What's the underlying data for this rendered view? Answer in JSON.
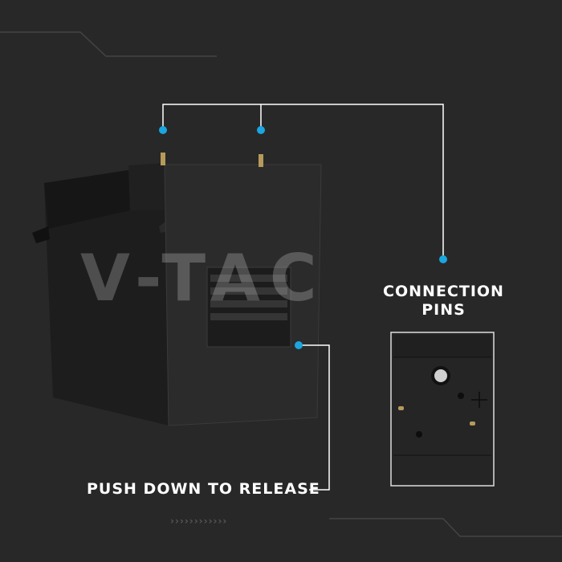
{
  "brand": {
    "watermark": "V-TAC"
  },
  "callouts": {
    "connection_pins": {
      "line1": "CONNECTION",
      "line2": "PINS"
    },
    "push_release": "PUSH DOWN TO RELEASE"
  },
  "decor": {
    "arrows": "››››››››››››"
  },
  "colors": {
    "background": "#282828",
    "accent_dot": "#1aa6e0",
    "line": "#ffffff"
  }
}
